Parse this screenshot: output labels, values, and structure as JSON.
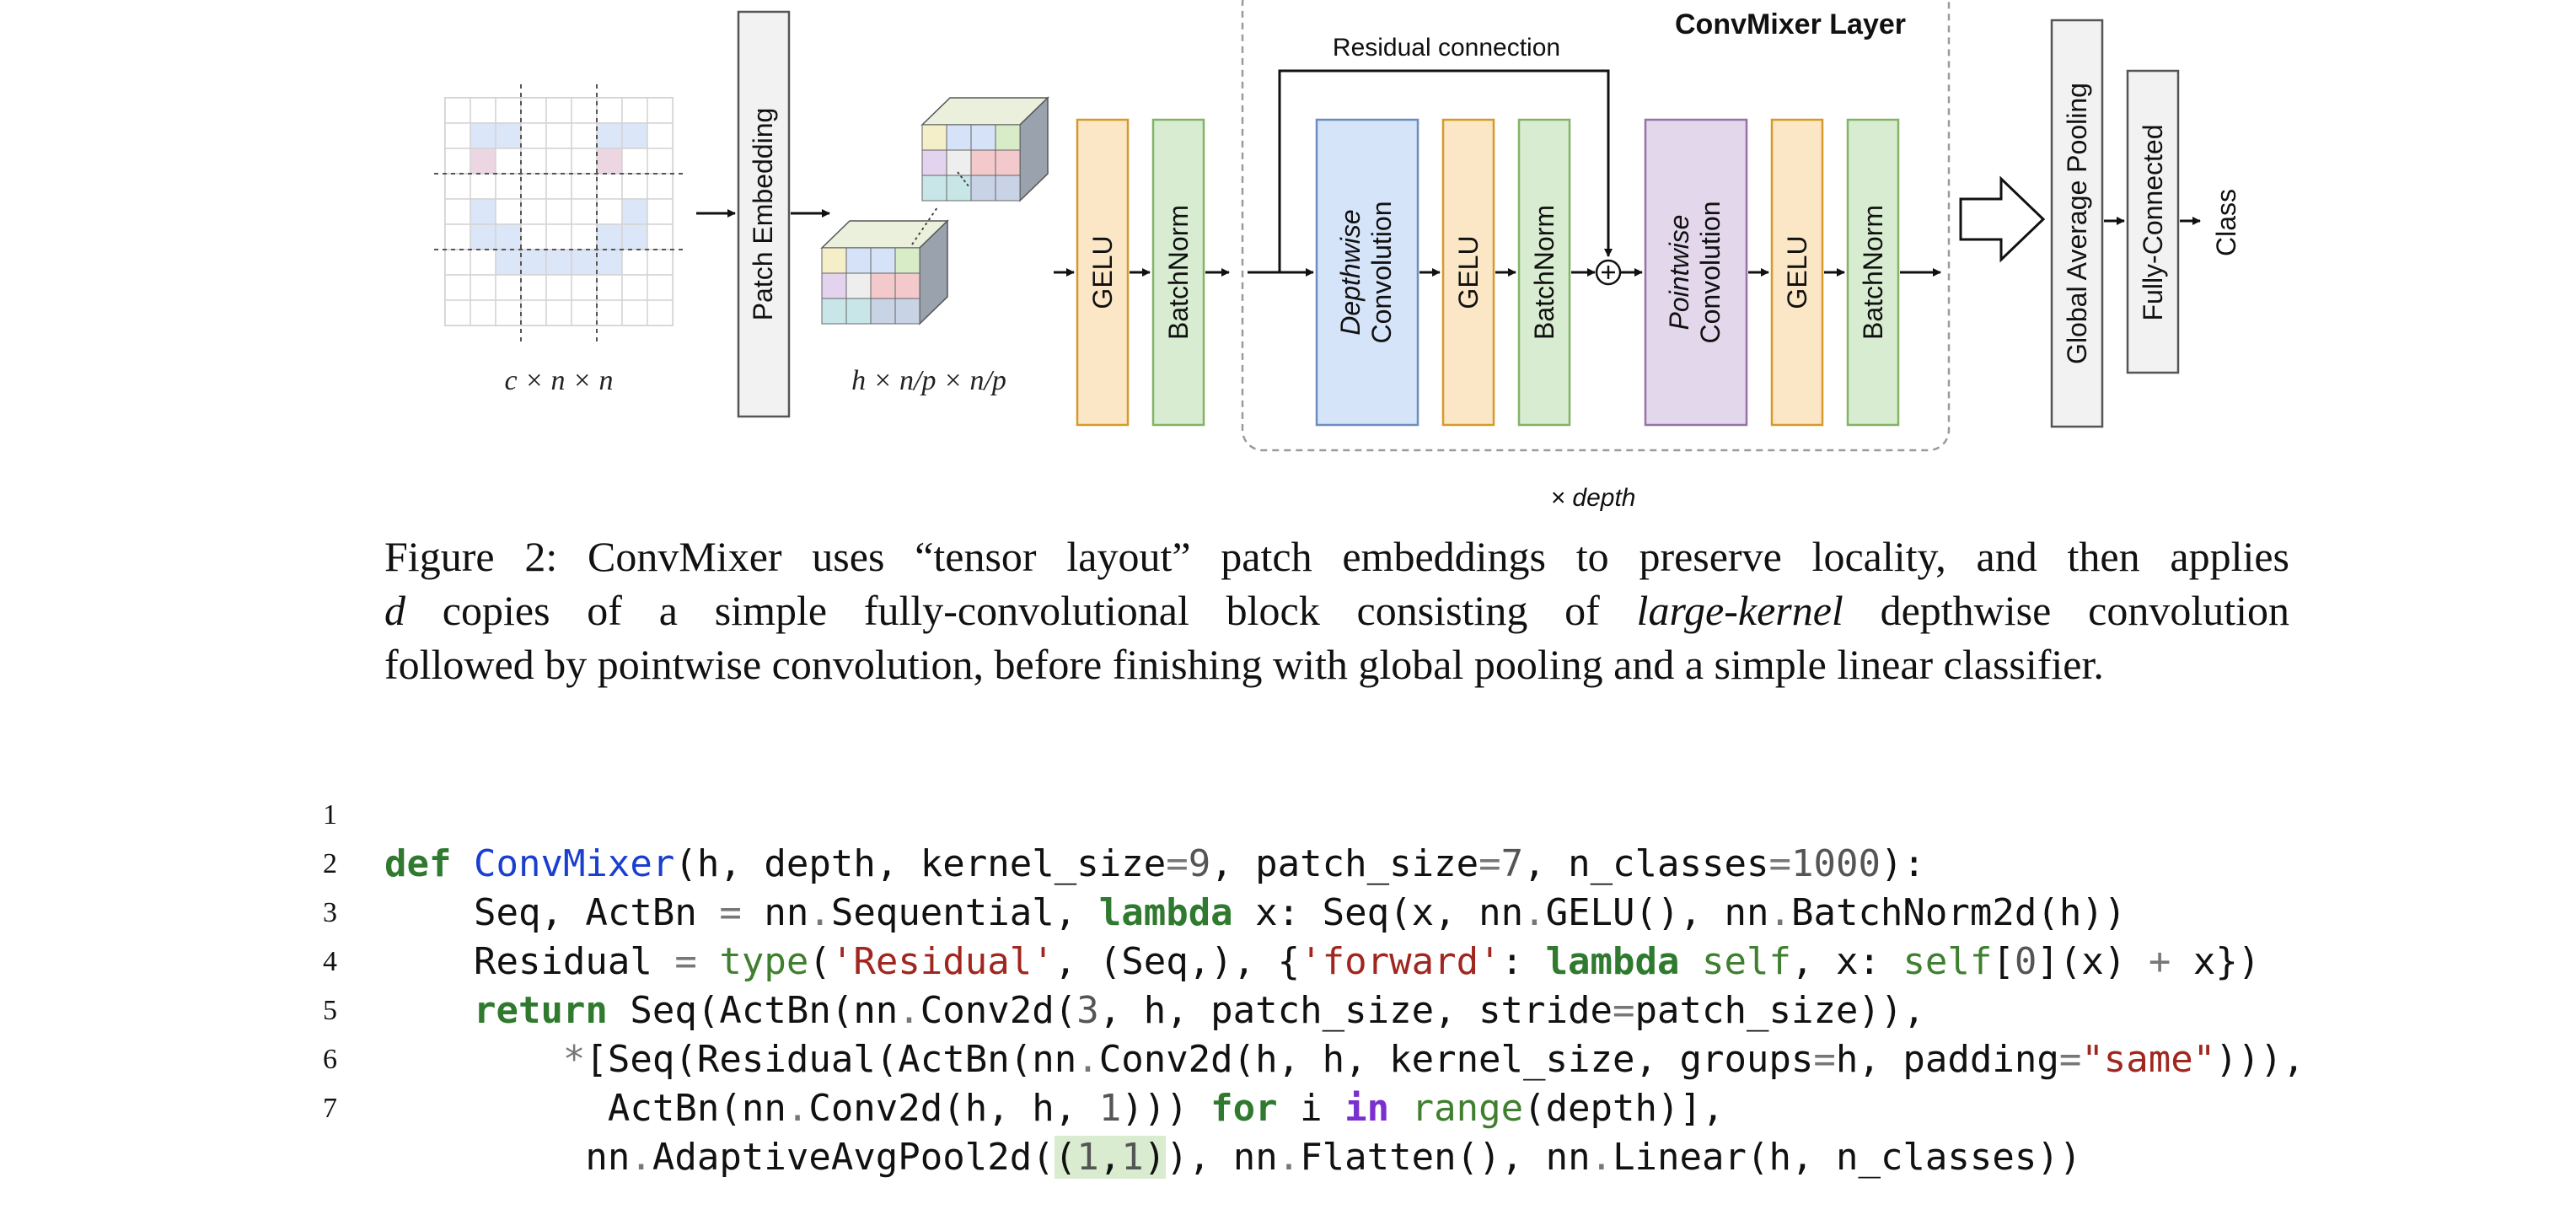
{
  "figure": {
    "input_label": "c × n × n",
    "patch_embedding_label": "Patch Embedding",
    "tensor_label": "h × n/p × n/p",
    "gelu_label": "GELU",
    "batchnorm_label": "BatchNorm",
    "residual_label": "Residual connection",
    "layer_title": "ConvMixer Layer",
    "depthwise_label_1": "Depthwise",
    "depthwise_label_2": "Convolution",
    "pointwise_label_1": "Pointwise",
    "pointwise_label_2": "Convolution",
    "depth_label": "× depth",
    "gap_label": "Global Average Pooling",
    "fc_label": "Fully-Connected",
    "class_label": "Class",
    "colors": {
      "gelu_fill": "#fbe6c6",
      "gelu_stroke": "#d69a2a",
      "bn_fill": "#d8ecd2",
      "bn_stroke": "#82b366",
      "dw_fill": "#d6e4fa",
      "dw_stroke": "#6c8ebf",
      "pw_fill": "#e3d7ec",
      "pw_stroke": "#9673a6",
      "gray_fill": "#f2f2f2",
      "gray_stroke": "#555555"
    }
  },
  "caption": {
    "line1": "Figure 2: ConvMixer uses “tensor layout” patch embeddings to preserve locality, and then applies",
    "line2_a": "d",
    "line2_b": " copies of a simple fully-convolutional block consisting of ",
    "line2_c": "large-kernel",
    "line2_d": " depthwise convolution",
    "line3": "followed by pointwise convolution, before finishing with global pooling and a simple linear classifier."
  },
  "code": {
    "line_numbers": [
      "1",
      "2",
      "3",
      "4",
      "5",
      "6",
      "7"
    ]
  }
}
